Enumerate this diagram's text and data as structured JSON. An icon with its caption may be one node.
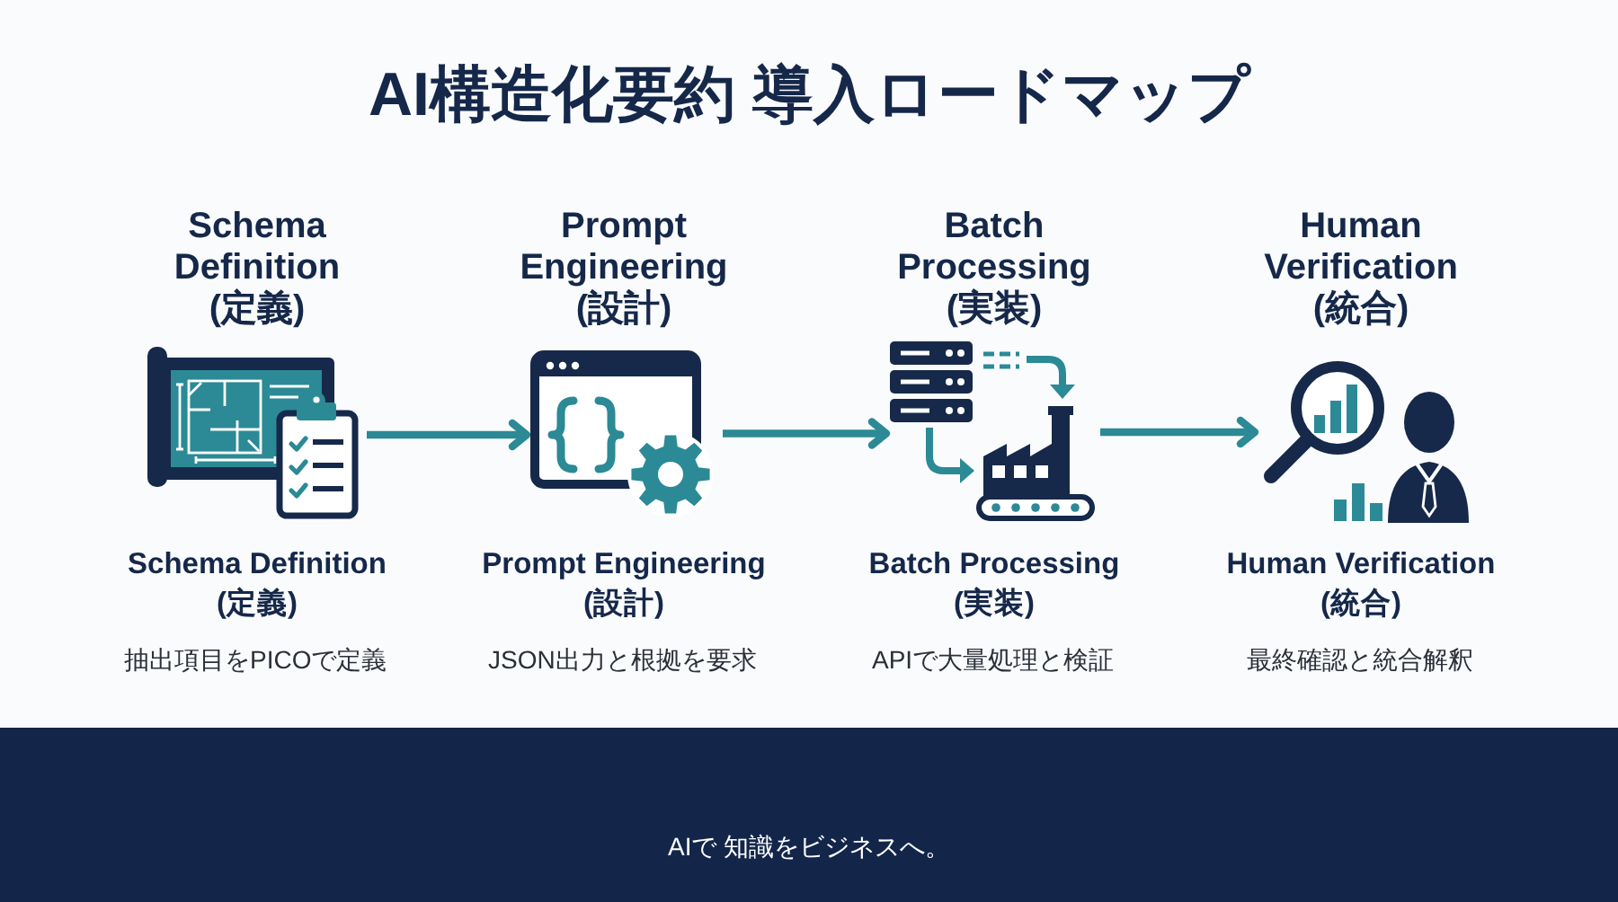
{
  "diagram": {
    "title": "AI構造化要約 導入ロードマップ",
    "nodes": [
      {
        "text": [],
        "shape": "picture",
        "beside": [
          "Schema Definition (定義)",
          "Schema Definition (定義)",
          "抽出項目をPICOで定義"
        ]
      },
      {
        "text": [],
        "shape": "picture",
        "beside": [
          "Prompt Engineering (設計)",
          "Prompt Engineering (設計)",
          "JSON出力と根拠を要求"
        ]
      },
      {
        "text": [],
        "shape": "picture",
        "beside": [
          "Batch Processing (実装)",
          "Batch Processing (実装)",
          "APIで大量処理と検証"
        ]
      },
      {
        "text": [],
        "shape": "picture",
        "beside": [
          "Human Verification (統合)",
          "Human Verification (統合)",
          "最終確認と統合解釈"
        ]
      },
      {
        "text": [
          "AIで 知識をビジネスへ。"
        ]
      }
    ],
    "edges": [
      {
        "from": 0,
        "to": 1,
        "arrow": "to"
      },
      {
        "from": 1,
        "to": 2,
        "arrow": "to"
      },
      {
        "from": 2,
        "to": 3,
        "arrow": "to"
      }
    ]
  }
}
